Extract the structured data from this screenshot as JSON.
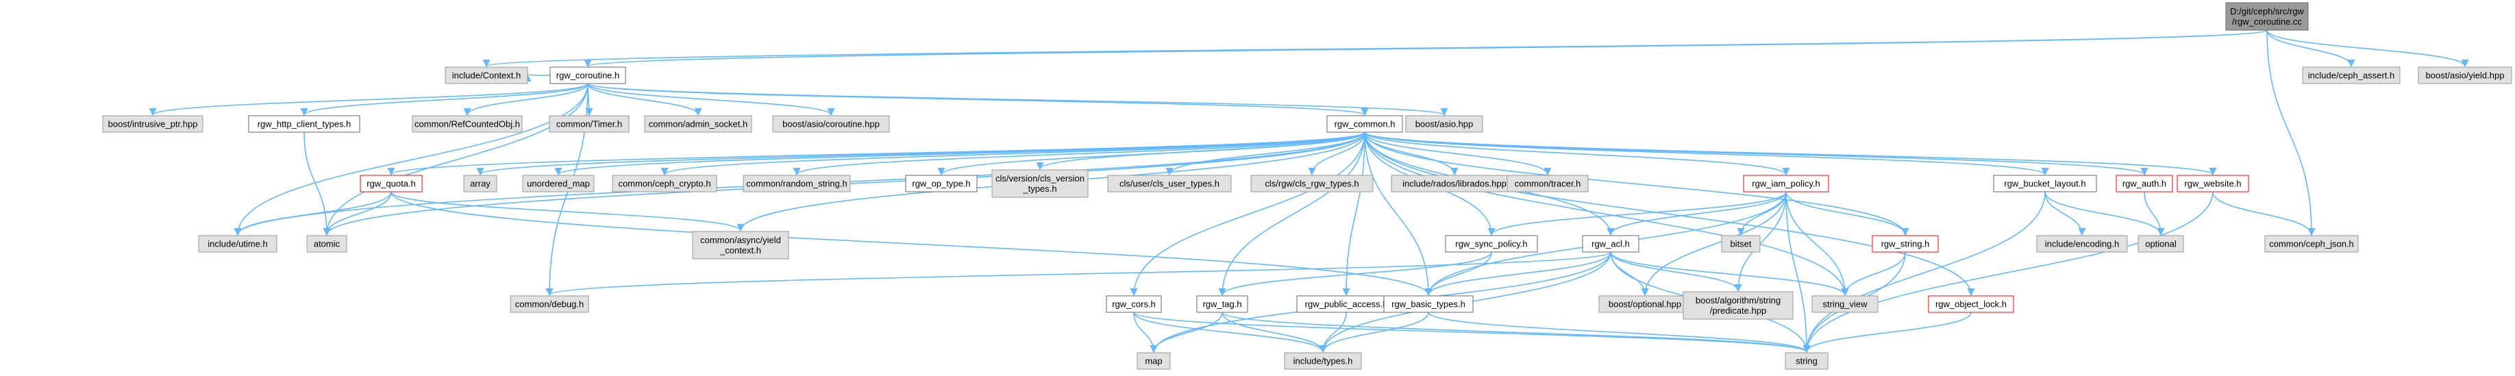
{
  "diagram": {
    "colors": {
      "edge": "#63b8ff",
      "system": "#e0e0e0",
      "header": "#ffffff",
      "red_border": "#ff0000",
      "root": "#999999"
    },
    "nodes": [
      {
        "id": "root",
        "lines": [
          "D:/git/ceph/src/rgw",
          "/rgw_coroutine.cc"
        ],
        "kind": "root"
      },
      {
        "id": "include_context",
        "lines": [
          "include/Context.h"
        ],
        "kind": "sys"
      },
      {
        "id": "rgw_coroutine",
        "lines": [
          "rgw_coroutine.h"
        ],
        "kind": "hdr"
      },
      {
        "id": "include_ceph_assert",
        "lines": [
          "include/ceph_assert.h"
        ],
        "kind": "sys"
      },
      {
        "id": "boost_asio_yield",
        "lines": [
          "boost/asio/yield.hpp"
        ],
        "kind": "sys"
      },
      {
        "id": "boost_intrusive_ptr",
        "lines": [
          "boost/intrusive_ptr.hpp"
        ],
        "kind": "sys"
      },
      {
        "id": "rgw_http_client_types",
        "lines": [
          "rgw_http_client_types.h"
        ],
        "kind": "hdr"
      },
      {
        "id": "common_refcountedobj",
        "lines": [
          "common/RefCountedObj.h"
        ],
        "kind": "sys"
      },
      {
        "id": "common_timer",
        "lines": [
          "common/Timer.h"
        ],
        "kind": "sys"
      },
      {
        "id": "common_admin_socket",
        "lines": [
          "common/admin_socket.h"
        ],
        "kind": "sys"
      },
      {
        "id": "boost_asio_coroutine",
        "lines": [
          "boost/asio/coroutine.hpp"
        ],
        "kind": "sys"
      },
      {
        "id": "boost_asio",
        "lines": [
          "boost/asio.hpp"
        ],
        "kind": "sys"
      },
      {
        "id": "rgw_common",
        "lines": [
          "rgw_common.h"
        ],
        "kind": "hdr"
      },
      {
        "id": "rgw_quota",
        "lines": [
          "rgw_quota.h"
        ],
        "kind": "red"
      },
      {
        "id": "array",
        "lines": [
          "array"
        ],
        "kind": "sys"
      },
      {
        "id": "unordered_map",
        "lines": [
          "unordered_map"
        ],
        "kind": "sys"
      },
      {
        "id": "common_ceph_crypto",
        "lines": [
          "common/ceph_crypto.h"
        ],
        "kind": "sys"
      },
      {
        "id": "common_random_string",
        "lines": [
          "common/random_string.h"
        ],
        "kind": "sys"
      },
      {
        "id": "rgw_op_type",
        "lines": [
          "rgw_op_type.h"
        ],
        "kind": "hdr"
      },
      {
        "id": "cls_version_types",
        "lines": [
          "cls/version/cls_version",
          "_types.h"
        ],
        "kind": "sys"
      },
      {
        "id": "cls_user_types",
        "lines": [
          "cls/user/cls_user_types.h"
        ],
        "kind": "sys"
      },
      {
        "id": "cls_rgw_types",
        "lines": [
          "cls/rgw/cls_rgw_types.h"
        ],
        "kind": "sys"
      },
      {
        "id": "include_rados_librados",
        "lines": [
          "include/rados/librados.hpp"
        ],
        "kind": "sys"
      },
      {
        "id": "common_tracer",
        "lines": [
          "common/tracer.h"
        ],
        "kind": "sys"
      },
      {
        "id": "rgw_iam_policy",
        "lines": [
          "rgw_iam_policy.h"
        ],
        "kind": "red"
      },
      {
        "id": "rgw_bucket_layout",
        "lines": [
          "rgw_bucket_layout.h"
        ],
        "kind": "hdr"
      },
      {
        "id": "rgw_auth",
        "lines": [
          "rgw_auth.h"
        ],
        "kind": "red"
      },
      {
        "id": "rgw_website",
        "lines": [
          "rgw_website.h"
        ],
        "kind": "red"
      },
      {
        "id": "include_utime",
        "lines": [
          "include/utime.h"
        ],
        "kind": "sys"
      },
      {
        "id": "atomic",
        "lines": [
          "atomic"
        ],
        "kind": "sys"
      },
      {
        "id": "common_async_yield_context",
        "lines": [
          "common/async/yield",
          "_context.h"
        ],
        "kind": "sys"
      },
      {
        "id": "rgw_sync_policy",
        "lines": [
          "rgw_sync_policy.h"
        ],
        "kind": "hdr"
      },
      {
        "id": "rgw_acl",
        "lines": [
          "rgw_acl.h"
        ],
        "kind": "hdr"
      },
      {
        "id": "bitset",
        "lines": [
          "bitset"
        ],
        "kind": "sys"
      },
      {
        "id": "rgw_string",
        "lines": [
          "rgw_string.h"
        ],
        "kind": "red"
      },
      {
        "id": "include_encoding",
        "lines": [
          "include/encoding.h"
        ],
        "kind": "sys"
      },
      {
        "id": "optional",
        "lines": [
          "optional"
        ],
        "kind": "sys"
      },
      {
        "id": "common_ceph_json",
        "lines": [
          "common/ceph_json.h"
        ],
        "kind": "sys"
      },
      {
        "id": "common_debug",
        "lines": [
          "common/debug.h"
        ],
        "kind": "sys"
      },
      {
        "id": "rgw_cors",
        "lines": [
          "rgw_cors.h"
        ],
        "kind": "hdr"
      },
      {
        "id": "rgw_tag",
        "lines": [
          "rgw_tag.h"
        ],
        "kind": "hdr"
      },
      {
        "id": "rgw_public_access",
        "lines": [
          "rgw_public_access.h"
        ],
        "kind": "hdr"
      },
      {
        "id": "rgw_basic_types",
        "lines": [
          "rgw_basic_types.h"
        ],
        "kind": "hdr"
      },
      {
        "id": "boost_optional",
        "lines": [
          "boost/optional.hpp"
        ],
        "kind": "sys"
      },
      {
        "id": "boost_algorithm_string_predicate",
        "lines": [
          "boost/algorithm/string",
          "/predicate.hpp"
        ],
        "kind": "sys"
      },
      {
        "id": "string_view",
        "lines": [
          "string_view"
        ],
        "kind": "sys"
      },
      {
        "id": "rgw_object_lock",
        "lines": [
          "rgw_object_lock.h"
        ],
        "kind": "red"
      },
      {
        "id": "map",
        "lines": [
          "map"
        ],
        "kind": "sys"
      },
      {
        "id": "include_types",
        "lines": [
          "include/types.h"
        ],
        "kind": "sys"
      },
      {
        "id": "string",
        "lines": [
          "string"
        ],
        "kind": "sys"
      }
    ],
    "edges": [
      [
        "root",
        "include_context"
      ],
      [
        "root",
        "rgw_coroutine"
      ],
      [
        "root",
        "include_ceph_assert"
      ],
      [
        "root",
        "boost_asio_yield"
      ],
      [
        "root",
        "common_ceph_json"
      ],
      [
        "rgw_coroutine",
        "include_context"
      ],
      [
        "rgw_coroutine",
        "boost_intrusive_ptr"
      ],
      [
        "rgw_coroutine",
        "rgw_http_client_types"
      ],
      [
        "rgw_coroutine",
        "common_refcountedobj"
      ],
      [
        "rgw_coroutine",
        "common_timer"
      ],
      [
        "rgw_coroutine",
        "common_admin_socket"
      ],
      [
        "rgw_coroutine",
        "boost_asio_coroutine"
      ],
      [
        "rgw_coroutine",
        "boost_asio"
      ],
      [
        "rgw_coroutine",
        "rgw_common"
      ],
      [
        "rgw_coroutine",
        "common_debug"
      ],
      [
        "rgw_coroutine",
        "include_utime"
      ],
      [
        "rgw_coroutine",
        "atomic"
      ],
      [
        "rgw_http_client_types",
        "atomic"
      ],
      [
        "rgw_common",
        "array"
      ],
      [
        "rgw_common",
        "unordered_map"
      ],
      [
        "rgw_common",
        "common_ceph_crypto"
      ],
      [
        "rgw_common",
        "common_random_string"
      ],
      [
        "rgw_common",
        "rgw_op_type"
      ],
      [
        "rgw_common",
        "cls_version_types"
      ],
      [
        "rgw_common",
        "cls_user_types"
      ],
      [
        "rgw_common",
        "cls_rgw_types"
      ],
      [
        "rgw_common",
        "include_rados_librados"
      ],
      [
        "rgw_common",
        "common_tracer"
      ],
      [
        "rgw_common",
        "rgw_iam_policy"
      ],
      [
        "rgw_common",
        "rgw_bucket_layout"
      ],
      [
        "rgw_common",
        "rgw_auth"
      ],
      [
        "rgw_common",
        "rgw_website"
      ],
      [
        "rgw_common",
        "rgw_quota"
      ],
      [
        "rgw_common",
        "include_utime"
      ],
      [
        "rgw_common",
        "atomic"
      ],
      [
        "rgw_common",
        "common_async_yield_context"
      ],
      [
        "rgw_common",
        "rgw_sync_policy"
      ],
      [
        "rgw_common",
        "rgw_acl"
      ],
      [
        "rgw_common",
        "rgw_string"
      ],
      [
        "rgw_common",
        "rgw_cors"
      ],
      [
        "rgw_common",
        "rgw_tag"
      ],
      [
        "rgw_common",
        "rgw_public_access"
      ],
      [
        "rgw_common",
        "rgw_basic_types"
      ],
      [
        "rgw_common",
        "rgw_object_lock"
      ],
      [
        "rgw_common",
        "string_view"
      ],
      [
        "rgw_quota",
        "include_utime"
      ],
      [
        "rgw_quota",
        "atomic"
      ],
      [
        "rgw_quota",
        "common_async_yield_context"
      ],
      [
        "rgw_quota",
        "rgw_basic_types"
      ],
      [
        "rgw_iam_policy",
        "bitset"
      ],
      [
        "rgw_iam_policy",
        "rgw_string"
      ],
      [
        "rgw_iam_policy",
        "rgw_acl"
      ],
      [
        "rgw_iam_policy",
        "boost_optional"
      ],
      [
        "rgw_iam_policy",
        "boost_algorithm_string_predicate"
      ],
      [
        "rgw_iam_policy",
        "string_view"
      ],
      [
        "rgw_iam_policy",
        "string"
      ],
      [
        "rgw_iam_policy",
        "rgw_basic_types"
      ],
      [
        "rgw_iam_policy",
        "rgw_sync_policy"
      ],
      [
        "rgw_bucket_layout",
        "include_encoding"
      ],
      [
        "rgw_bucket_layout",
        "optional"
      ],
      [
        "rgw_bucket_layout",
        "string"
      ],
      [
        "rgw_auth",
        "optional"
      ],
      [
        "rgw_website",
        "common_ceph_json"
      ],
      [
        "rgw_website",
        "string"
      ],
      [
        "rgw_sync_policy",
        "rgw_basic_types"
      ],
      [
        "rgw_sync_policy",
        "rgw_tag"
      ],
      [
        "rgw_acl",
        "common_debug"
      ],
      [
        "rgw_acl",
        "boost_optional"
      ],
      [
        "rgw_acl",
        "boost_algorithm_string_predicate"
      ],
      [
        "rgw_acl",
        "string_view"
      ],
      [
        "rgw_acl",
        "rgw_basic_types"
      ],
      [
        "rgw_acl",
        "include_types"
      ],
      [
        "rgw_acl",
        "map"
      ],
      [
        "rgw_acl",
        "string"
      ],
      [
        "rgw_string",
        "string_view"
      ],
      [
        "rgw_string",
        "string"
      ],
      [
        "rgw_cors",
        "map"
      ],
      [
        "rgw_cors",
        "string"
      ],
      [
        "rgw_cors",
        "include_types"
      ],
      [
        "rgw_tag",
        "map"
      ],
      [
        "rgw_tag",
        "include_types"
      ],
      [
        "rgw_tag",
        "string"
      ],
      [
        "rgw_public_access",
        "include_types"
      ],
      [
        "rgw_basic_types",
        "include_types"
      ],
      [
        "rgw_basic_types",
        "string"
      ],
      [
        "rgw_object_lock",
        "string"
      ]
    ]
  }
}
